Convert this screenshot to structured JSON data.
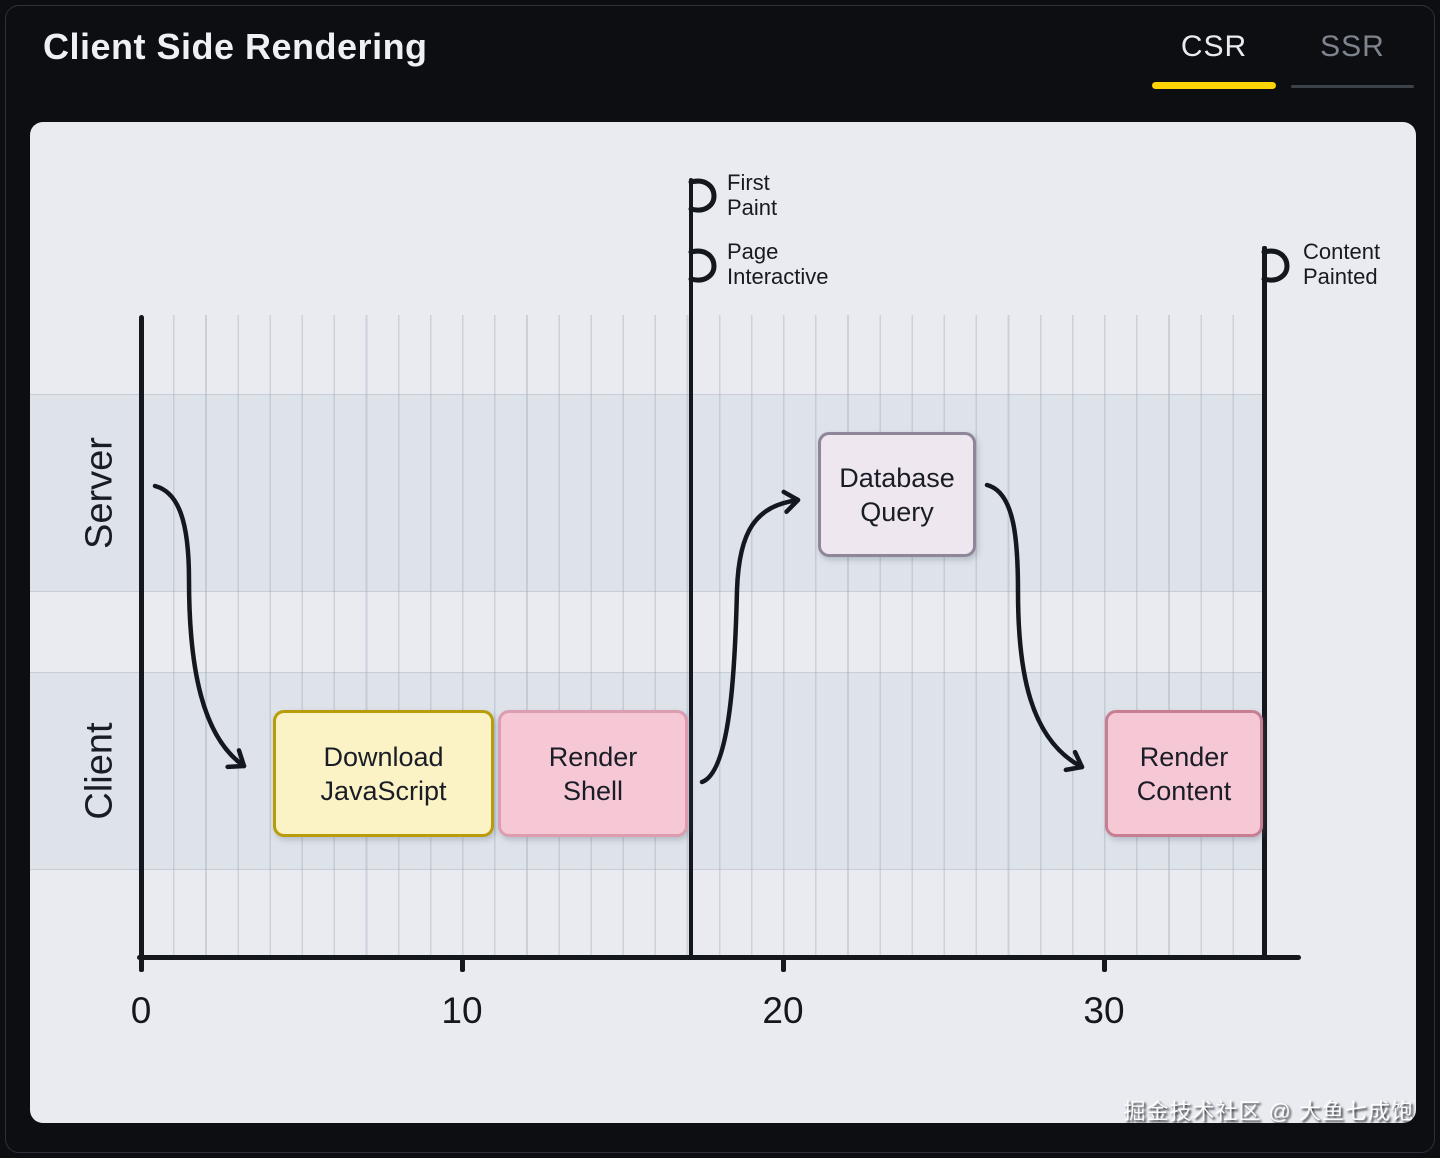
{
  "header": {
    "title": "Client Side Rendering",
    "tabs": [
      {
        "label": "CSR",
        "active": true
      },
      {
        "label": "SSR",
        "active": false
      }
    ]
  },
  "colors": {
    "accent_yellow": "#FCD305",
    "page_bg": "#0D0E12",
    "panel_bg": "#E9EBF1",
    "lane_band": "#DDE3E9",
    "ink": "#15171E",
    "task_yellow_fill": "#FBF3C5",
    "task_yellow_border": "#B99C09",
    "task_pink_fill": "#F6C8D5",
    "task_pink_border": "#DC9DB1",
    "task_purple_fill": "#EEE7F0",
    "task_purple_border": "#8F8799"
  },
  "chart_data": {
    "type": "timeline",
    "title": "Client Side Rendering",
    "x_axis": {
      "tick_labels": [
        "0",
        "10",
        "20",
        "30"
      ],
      "tick_values": [
        0,
        10,
        20,
        30
      ],
      "range": [
        0,
        36
      ]
    },
    "rows": [
      "Server",
      "Client"
    ],
    "grid": true,
    "tasks": [
      {
        "label": "Download JavaScript",
        "label_lines": [
          "Download",
          "JavaScript"
        ],
        "row": "Client",
        "start": 4,
        "end": 11,
        "style": "yellow"
      },
      {
        "label": "Render Shell",
        "label_lines": [
          "Render",
          "Shell"
        ],
        "row": "Client",
        "start": 11,
        "end": 17,
        "style": "pink"
      },
      {
        "label": "Database Query",
        "label_lines": [
          "Database",
          "Query"
        ],
        "row": "Server",
        "start": 21,
        "end": 26,
        "style": "purple"
      },
      {
        "label": "Render Content",
        "label_lines": [
          "Render",
          "Content"
        ],
        "row": "Client",
        "start": 30,
        "end": 35,
        "style": "pink"
      }
    ],
    "milestones": [
      {
        "label": "First Paint",
        "label_lines": [
          "First",
          "Paint"
        ],
        "time": 17
      },
      {
        "label": "Page Interactive",
        "label_lines": [
          "Page",
          "Interactive"
        ],
        "time": 17
      },
      {
        "label": "Content Painted",
        "label_lines": [
          "Content",
          "Painted"
        ],
        "time": 35
      }
    ],
    "flow_arrows": [
      {
        "from": "timeline-start",
        "to": "Download JavaScript"
      },
      {
        "from": "Render Shell",
        "to": "Database Query"
      },
      {
        "from": "Database Query",
        "to": "Render Content"
      }
    ]
  },
  "watermark": "掘金技术社区 @ 大鱼七成饱"
}
